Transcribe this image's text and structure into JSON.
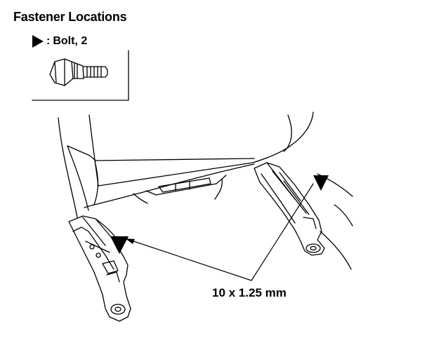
{
  "title": "Fastener Locations",
  "legend": {
    "separator": ":",
    "label": "Bolt, 2",
    "marker_icon": "triangle-pointer-icon"
  },
  "callout": {
    "text": "10 x 1.25 mm"
  },
  "colors": {
    "line": "#000000",
    "background": "#ffffff"
  }
}
